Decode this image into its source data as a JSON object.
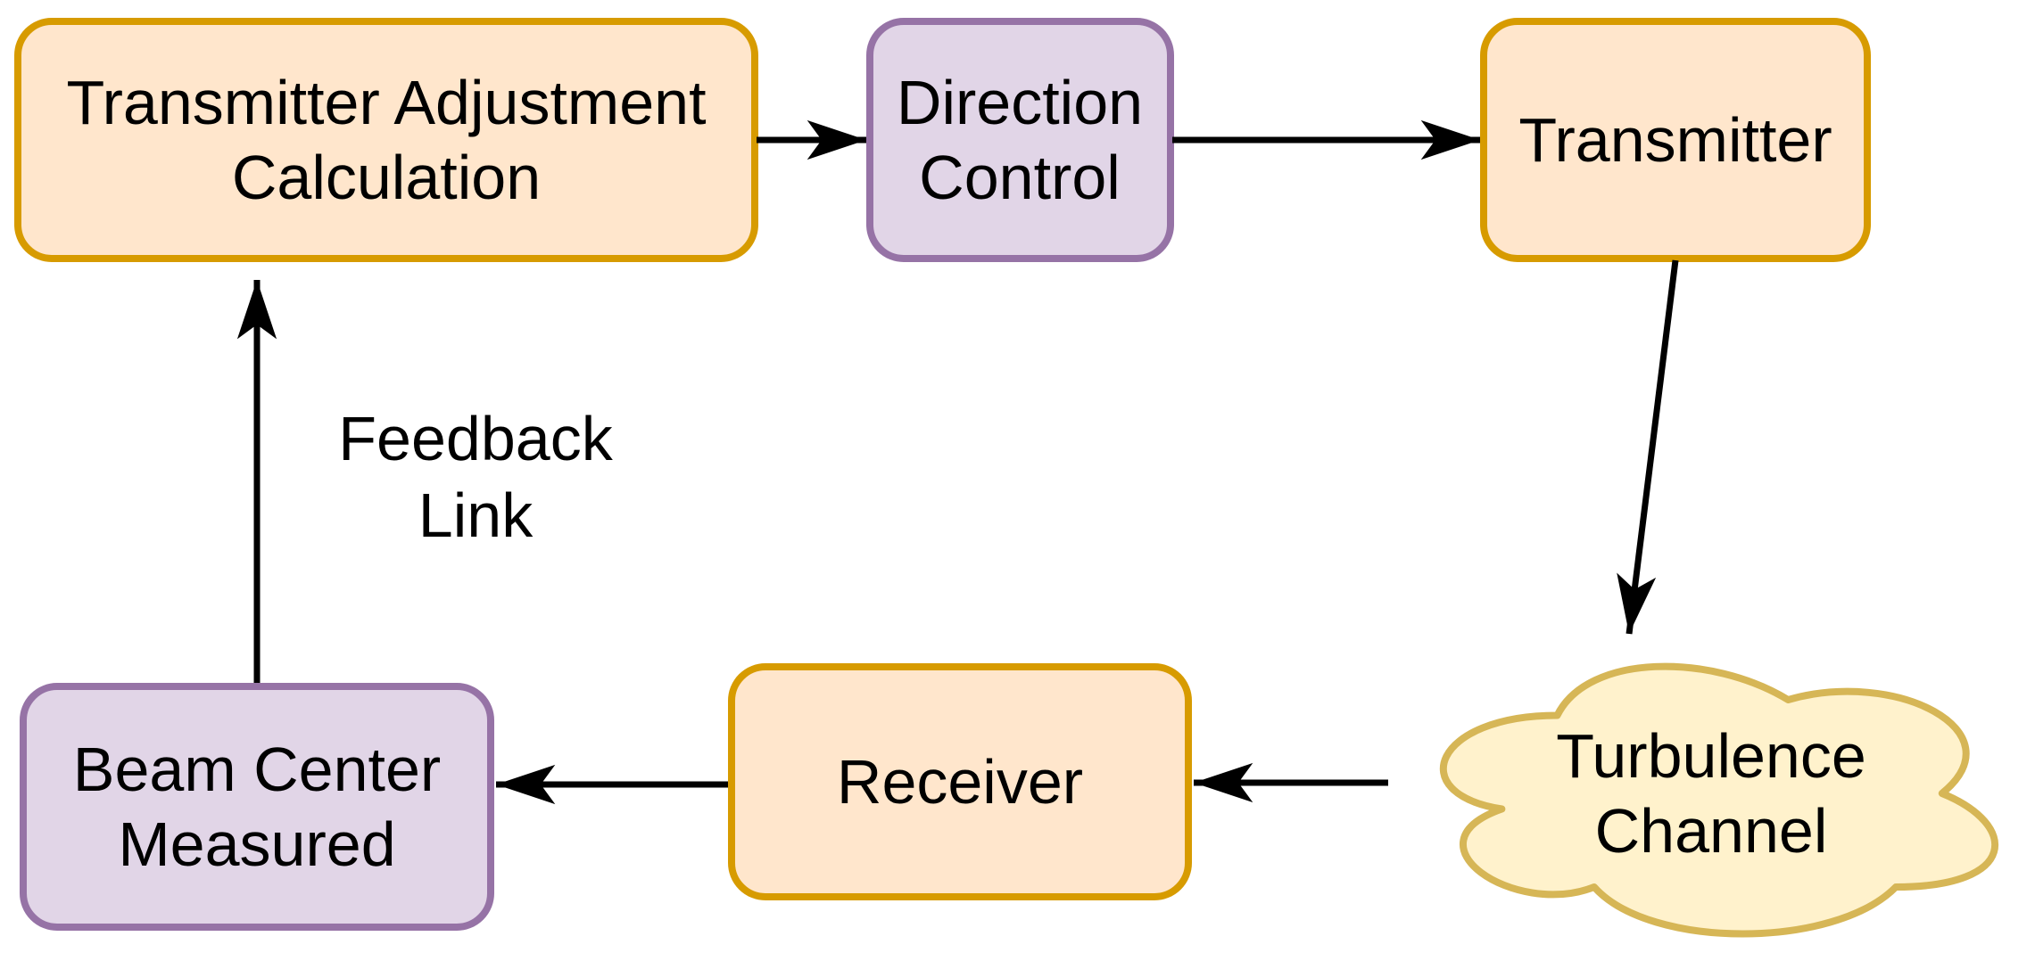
{
  "diagram": {
    "background": "#ffffff",
    "nodes": {
      "transmitter_adjustment_calculation": {
        "lines": [
          "Transmitter Adjustment",
          "Calculation"
        ]
      },
      "direction_control": {
        "lines": [
          "Direction",
          "Control"
        ]
      },
      "transmitter": {
        "lines": [
          "Transmitter"
        ]
      },
      "turbulence_channel": {
        "lines": [
          "Turbulence",
          "Channel"
        ]
      },
      "receiver": {
        "lines": [
          "Receiver"
        ]
      },
      "beam_center_measured": {
        "lines": [
          "Beam Center",
          "Measured"
        ]
      }
    },
    "edge_label": {
      "lines": [
        "Feedback",
        "Link"
      ]
    },
    "colors": {
      "orange_fill": "#FFE6CC",
      "orange_stroke": "#D79B00",
      "purple_fill": "#E1D5E7",
      "purple_stroke": "#9673A6",
      "cloud_fill": "#FFF2CC",
      "cloud_stroke": "#D6B656",
      "arrow": "#000000",
      "text": "#000000"
    }
  }
}
